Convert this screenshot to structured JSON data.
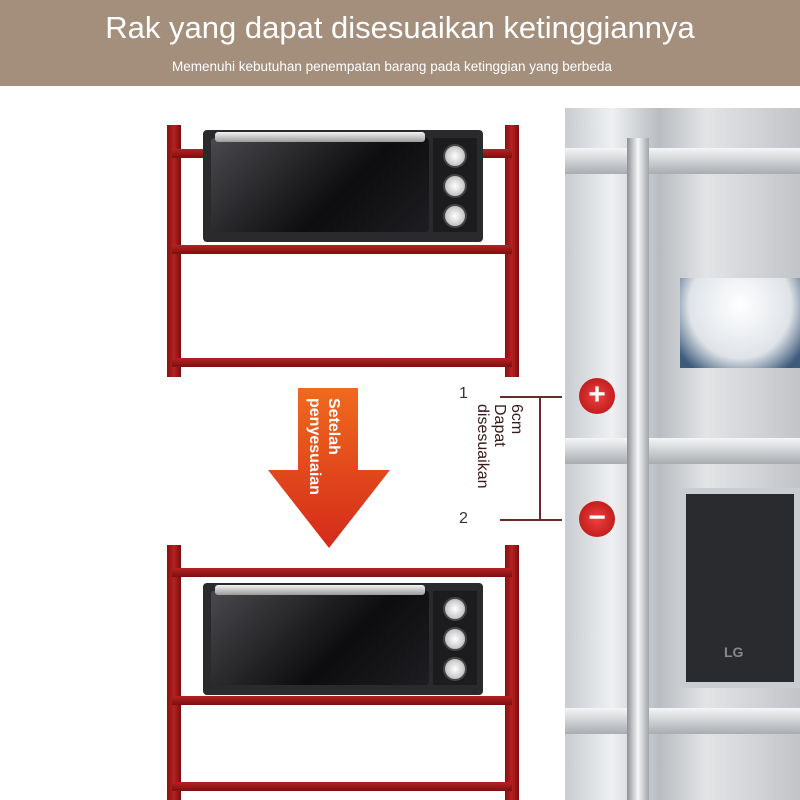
{
  "header": {
    "title": "Rak yang dapat disesuaikan ketinggiannya",
    "subtitle": "Memenuhi kebutuhan penempatan barang pada ketinggian yang berbeda"
  },
  "arrow": {
    "label_line1": "Setelah",
    "label_line2": "penyesuaian",
    "color": "#e8461c"
  },
  "dimension": {
    "marker_top": "1",
    "marker_bottom": "2",
    "size": "6cm",
    "label_line1": "Dapat",
    "label_line2": "disesuaikan"
  },
  "photo": {
    "plus_symbol": "+",
    "minus_symbol": "−",
    "brand_text": "LG"
  }
}
